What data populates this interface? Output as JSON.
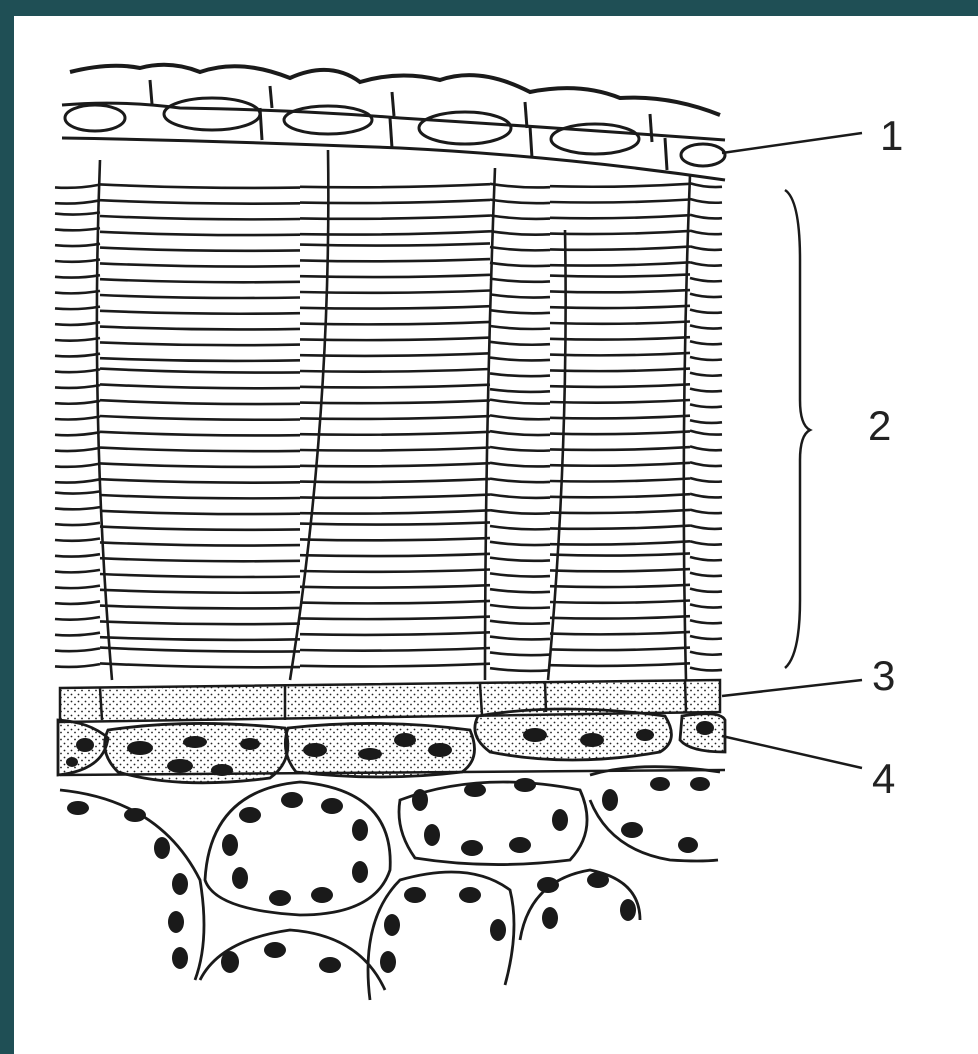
{
  "colors": {
    "frame": "#1f4f55",
    "ink": "#1a1a1a",
    "background": "#ffffff"
  },
  "labels": {
    "l1": "1",
    "l2": "2",
    "l3": "3",
    "l4": "4"
  }
}
